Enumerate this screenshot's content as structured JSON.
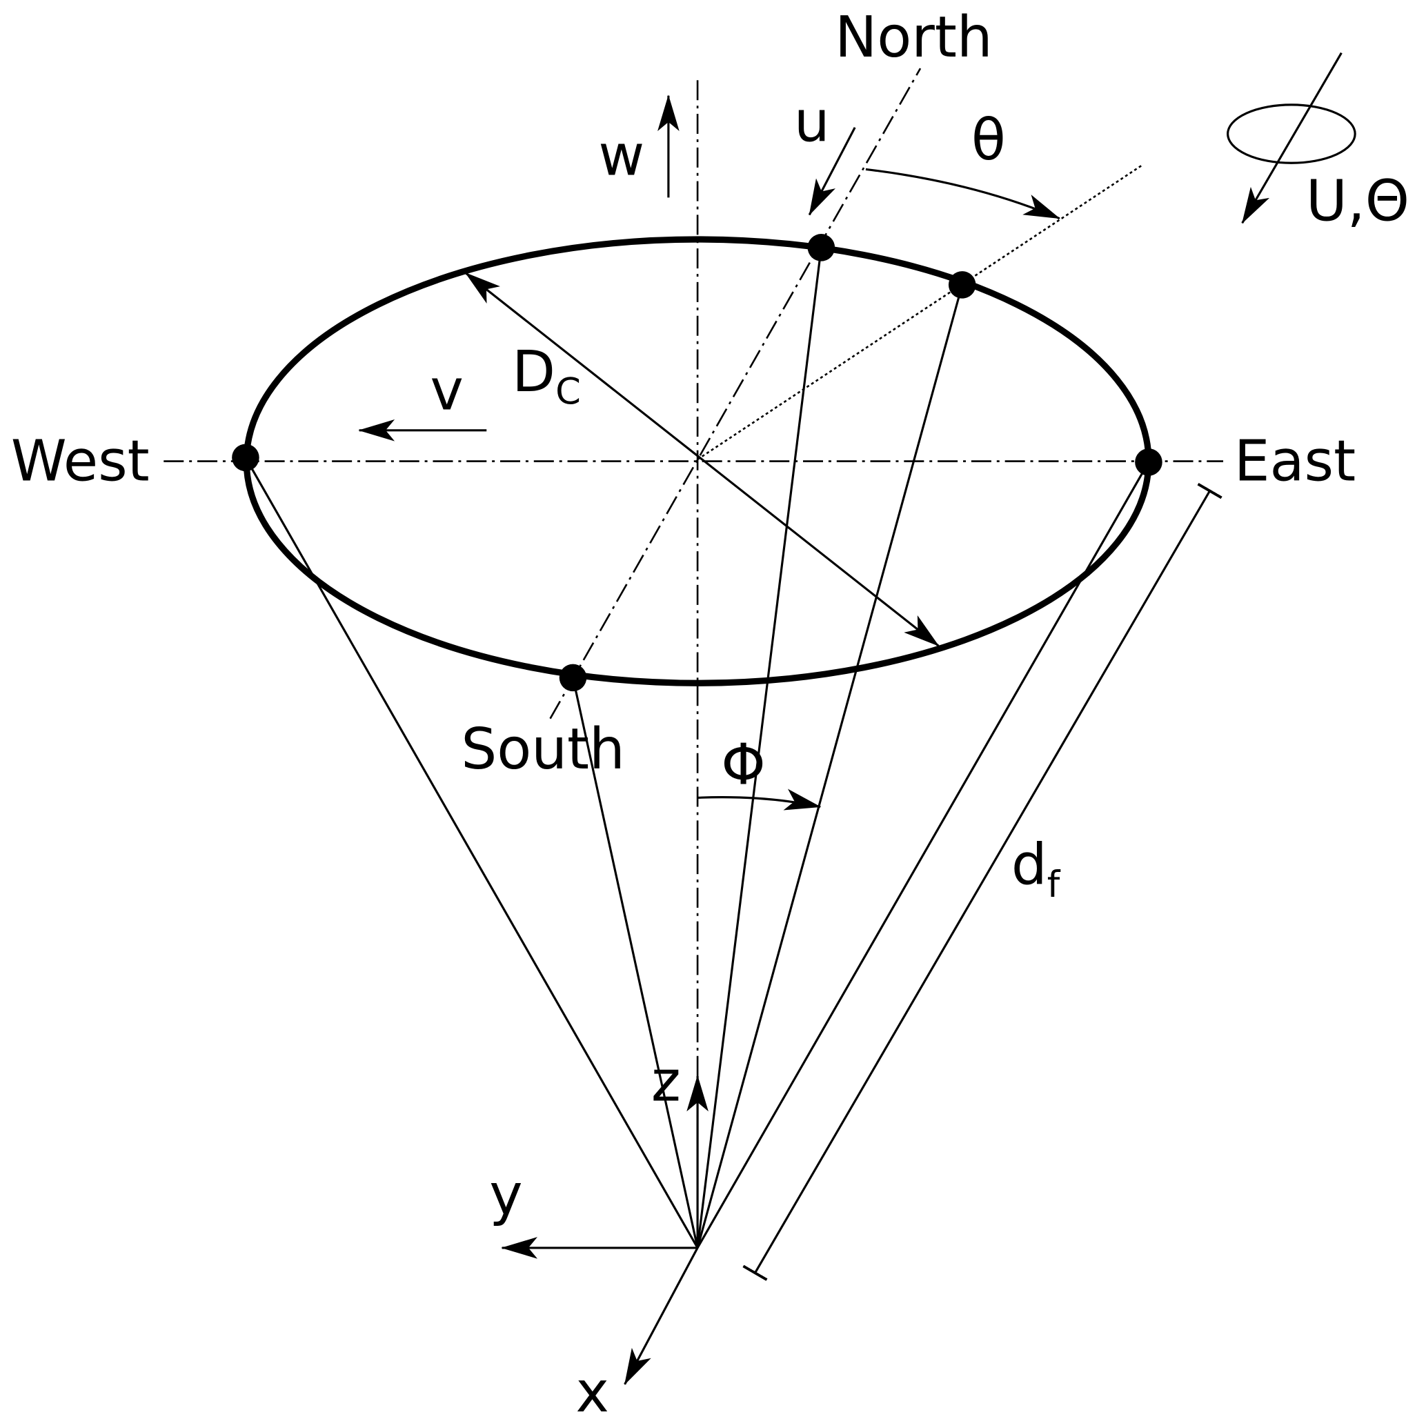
{
  "labels": {
    "north": "North",
    "south": "South",
    "east": "East",
    "west": "West",
    "w": "w",
    "u": "u",
    "v": "v",
    "theta": "θ",
    "phi": "Φ",
    "dc_main": "D",
    "dc_sub": "C",
    "df_main": "d",
    "df_sub": "f",
    "wind": "U,Θ",
    "x": "x",
    "y": "y",
    "z": "z"
  }
}
